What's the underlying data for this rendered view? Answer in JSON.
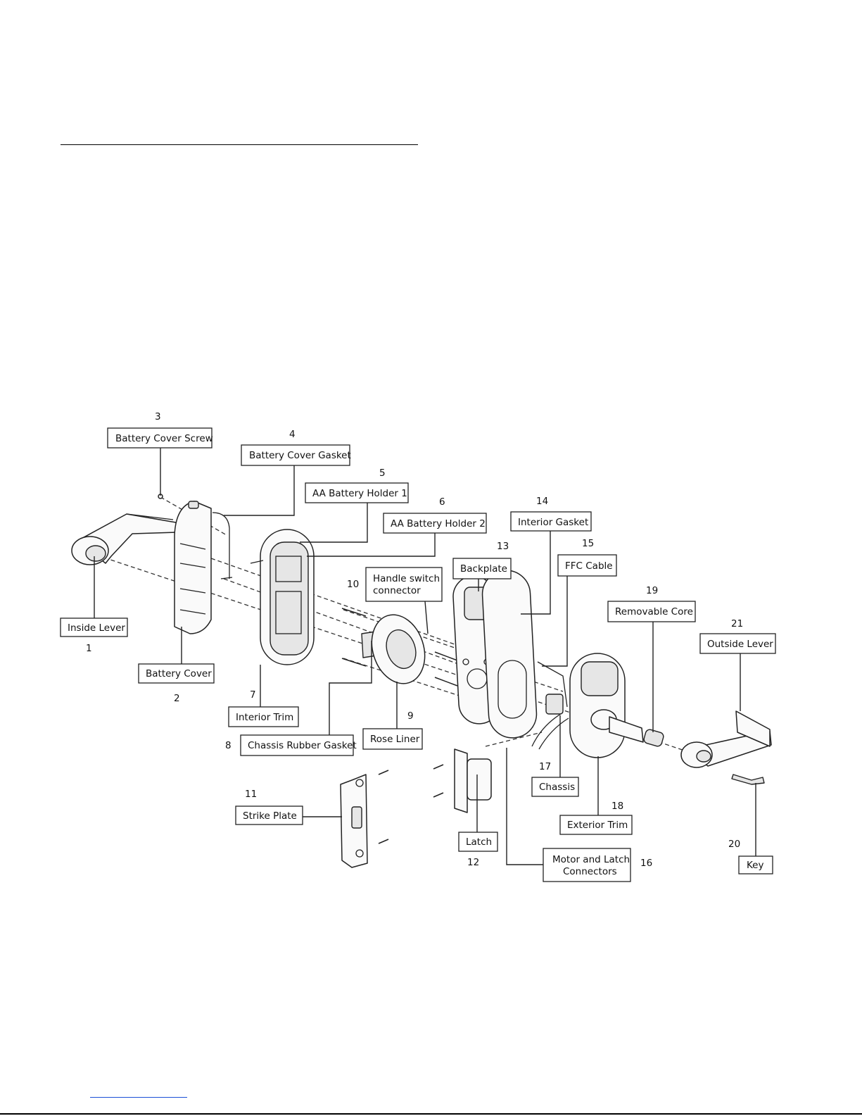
{
  "parts": [
    {
      "number": "1",
      "label": "Inside Lever"
    },
    {
      "number": "2",
      "label": "Battery Cover"
    },
    {
      "number": "3",
      "label": "Battery Cover Screw"
    },
    {
      "number": "4",
      "label": "Battery Cover Gasket"
    },
    {
      "number": "5",
      "label": "AA Battery Holder 1"
    },
    {
      "number": "6",
      "label": "AA Battery Holder 2"
    },
    {
      "number": "7",
      "label": "Interior Trim"
    },
    {
      "number": "8",
      "label": "Chassis Rubber Gasket"
    },
    {
      "number": "9",
      "label": "Rose Liner"
    },
    {
      "number": "10",
      "label": [
        "Handle switch",
        "connector"
      ]
    },
    {
      "number": "11",
      "label": "Strike Plate"
    },
    {
      "number": "12",
      "label": "Latch"
    },
    {
      "number": "13",
      "label": "Backplate"
    },
    {
      "number": "14",
      "label": "Interior Gasket"
    },
    {
      "number": "15",
      "label": "FFC Cable"
    },
    {
      "number": "16",
      "label": [
        "Motor and Latch",
        "Connectors"
      ]
    },
    {
      "number": "17",
      "label": "Chassis"
    },
    {
      "number": "18",
      "label": "Exterior Trim"
    },
    {
      "number": "19",
      "label": "Removable Core"
    },
    {
      "number": "20",
      "label": "Key"
    },
    {
      "number": "21",
      "label": "Outside Lever"
    }
  ]
}
